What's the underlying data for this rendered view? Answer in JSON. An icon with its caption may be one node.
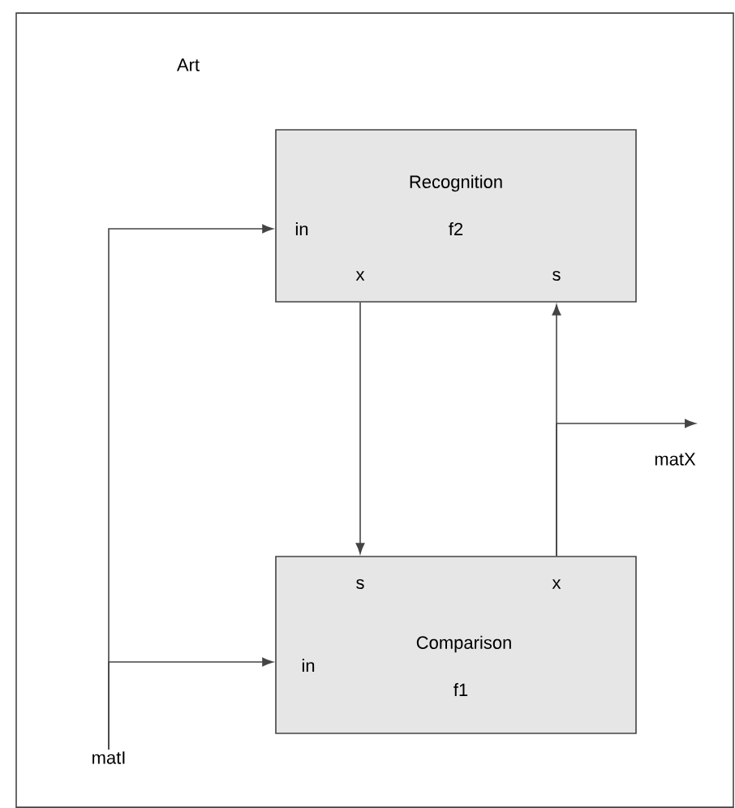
{
  "diagram": {
    "nodes": [
      {
        "text": [
          "Art"
        ]
      },
      {
        "text": [
          "Recognition",
          "f2",
          "in",
          "x",
          "s"
        ],
        "in": 0
      },
      {
        "text": [
          "s",
          "x",
          "Comparison",
          "in",
          "f1"
        ],
        "in": 0
      },
      {
        "text": [
          "matI"
        ],
        "in": 0
      },
      {
        "text": [
          "matX"
        ],
        "in": 0
      }
    ],
    "edges": [
      {
        "from": 3,
        "to": 1,
        "arrow": "to"
      },
      {
        "from": 3,
        "to": 2,
        "arrow": "to"
      },
      {
        "from": 1,
        "to": 2,
        "arrow": "to"
      },
      {
        "from": 2,
        "to": 1,
        "arrow": "to"
      },
      {
        "from": 2,
        "to": 4,
        "arrow": "to"
      }
    ]
  }
}
